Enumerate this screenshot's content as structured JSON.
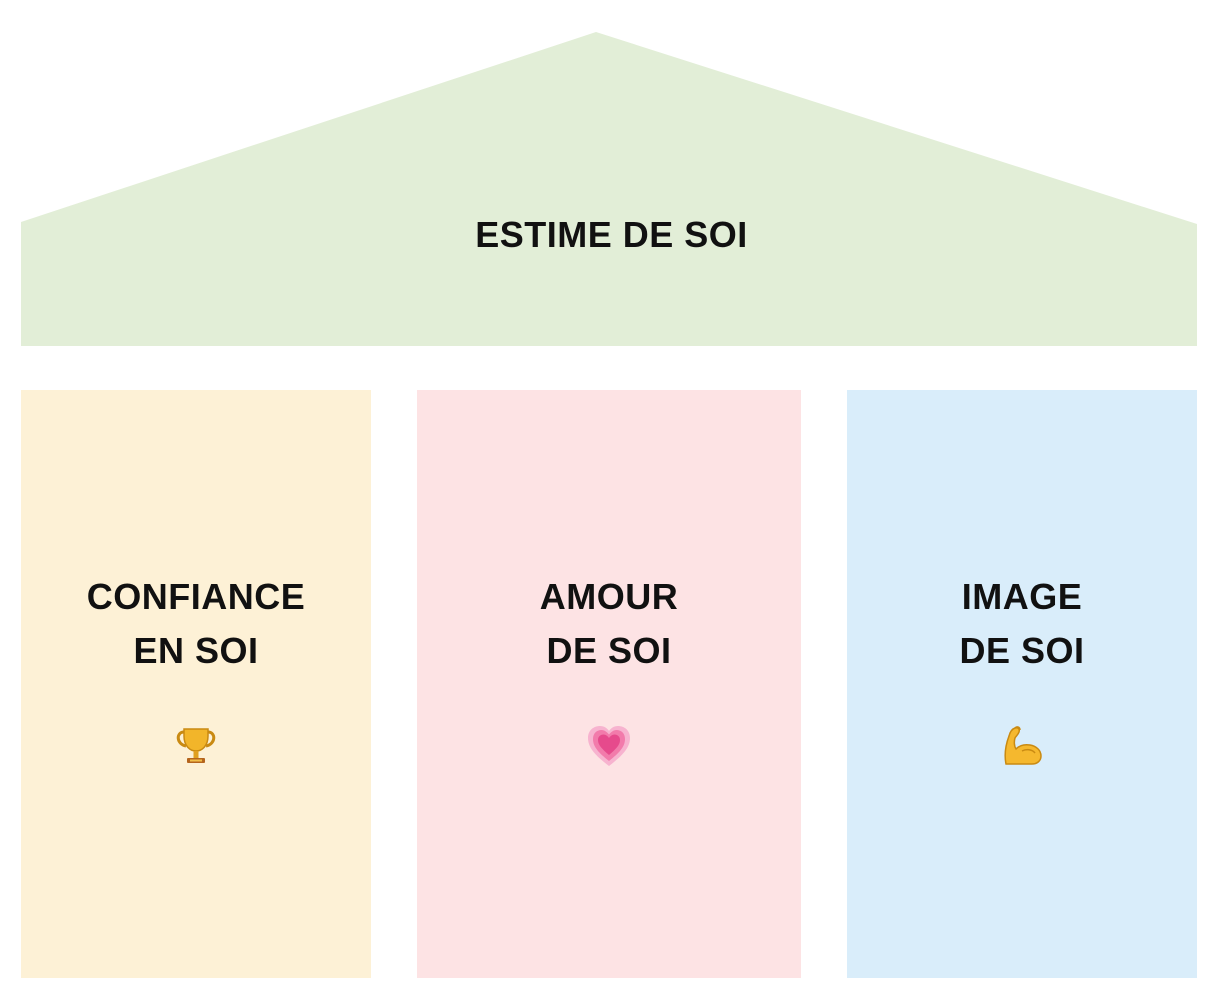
{
  "roof": {
    "title": "ESTIME DE SOI",
    "color": "#e2eed7"
  },
  "pillars": [
    {
      "line1": "CONFIANCE",
      "line2": "EN SOI",
      "icon": "trophy-icon",
      "color": "#fdf1d6"
    },
    {
      "line1": "AMOUR",
      "line2": "DE SOI",
      "icon": "growing-heart-icon",
      "color": "#fde3e4"
    },
    {
      "line1": "IMAGE",
      "line2": "DE SOI",
      "icon": "flexed-biceps-icon",
      "color": "#d9edfa"
    }
  ]
}
